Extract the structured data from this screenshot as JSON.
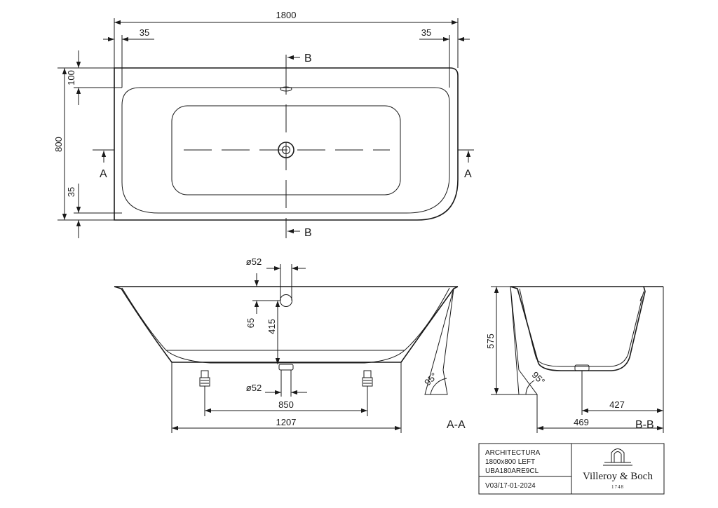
{
  "plan": {
    "dim_length": "1800",
    "dim_left_edge": "35",
    "dim_right_edge": "35",
    "dim_width": "800",
    "dim_top_rim": "100",
    "dim_bottom_rim": "35",
    "section_b_top": "B",
    "section_b_bottom": "B",
    "section_a_left": "A",
    "section_a_right": "A"
  },
  "section_aa": {
    "dim_overflow_dia": "ø52",
    "dim_overflow_height": "65",
    "dim_drain_height": "415",
    "dim_waste_dia": "ø52",
    "dim_feet": "850",
    "dim_base": "1207",
    "angle": "95°",
    "label": "A-A"
  },
  "section_bb": {
    "dim_height": "575",
    "dim_427": "427",
    "dim_469": "469",
    "angle": "95°",
    "label": "B-B"
  },
  "title_block": {
    "product": "ARCHITECTURA",
    "size": "1800x800 LEFT",
    "code": "UBA180ARE9CL",
    "version": "V03/17-01-2024",
    "brand": "Villeroy & Boch",
    "established": "1748"
  },
  "colors": {
    "line": "#1a1a1a",
    "background": "#ffffff"
  }
}
